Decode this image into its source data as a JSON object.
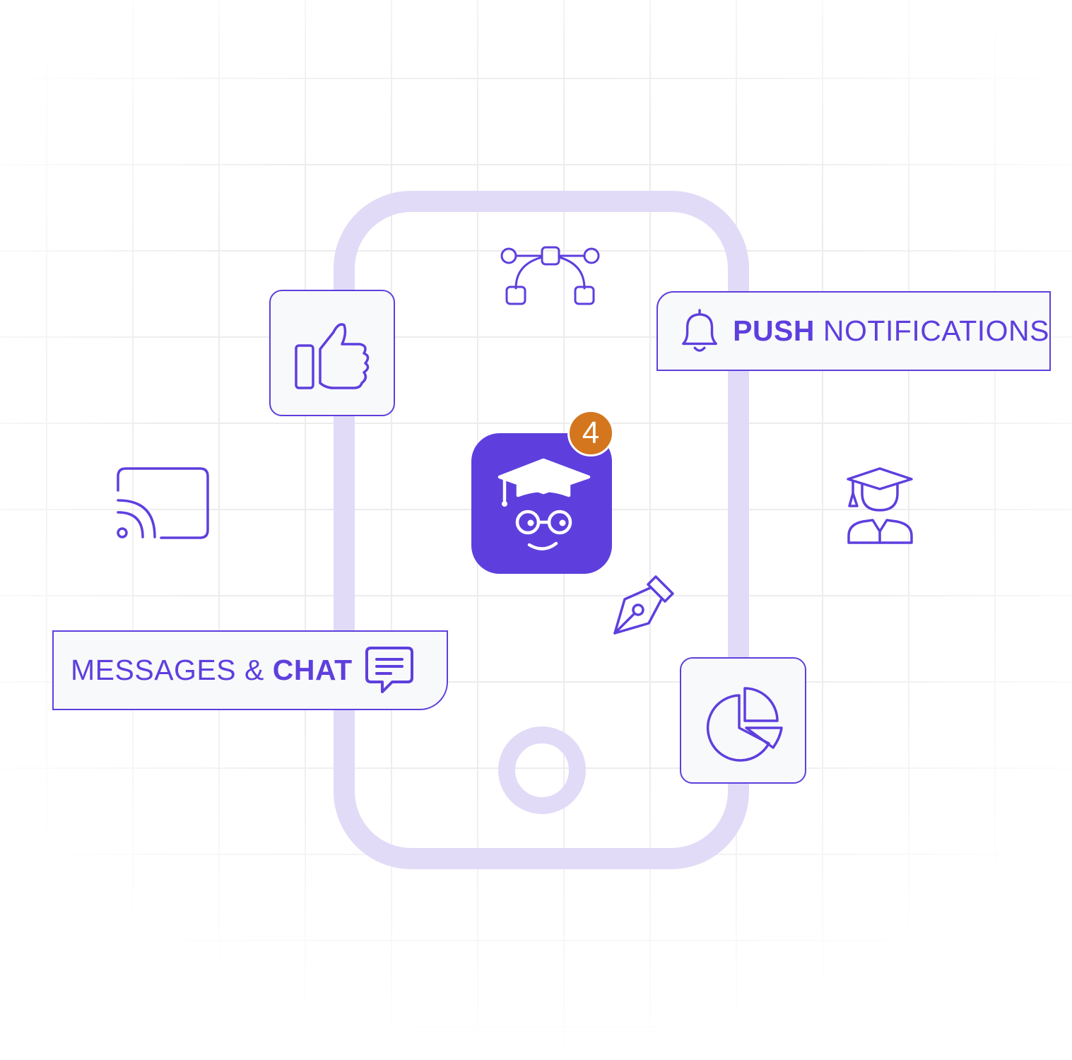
{
  "push_notifications": {
    "bold": "PUSH",
    "regular": "NOTIFICATIONS"
  },
  "messages_chat": {
    "regular": "MESSAGES &",
    "bold": "CHAT"
  },
  "app_badge": {
    "count": "4"
  },
  "icons": [
    "thumbs-up-icon",
    "bezier-curve-icon",
    "bell-icon",
    "cast-icon",
    "graduate-app-icon",
    "graduate-student-icon",
    "pen-nib-icon",
    "chat-bubble-icon",
    "pie-chart-icon"
  ],
  "colors": {
    "accent": "#5e3fde",
    "phone_outline": "#e1dbf7",
    "badge": "#d4761e",
    "card_bg": "#f8f9fa"
  }
}
